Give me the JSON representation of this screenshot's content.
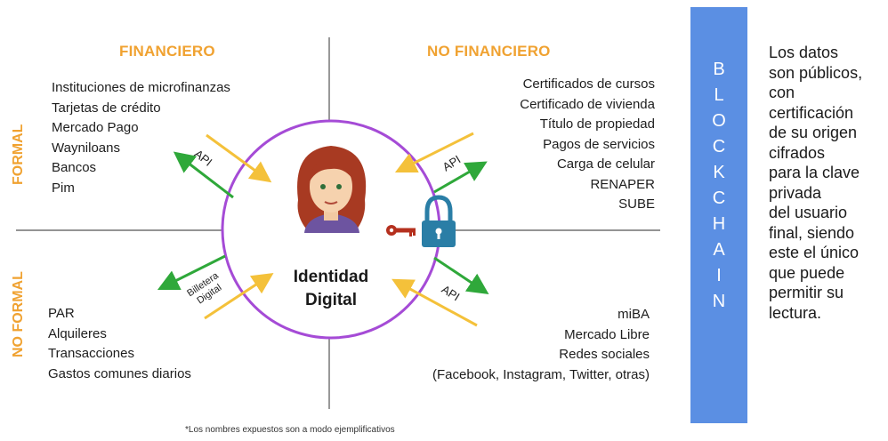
{
  "quadrants": {
    "financiero": {
      "header": "FINANCIERO",
      "items": [
        "Instituciones de microfinanzas",
        "Tarjetas de crédito",
        "Mercado Pago",
        "Wayniloans",
        "Bancos",
        "Pim"
      ]
    },
    "no_financiero": {
      "header": "NO FINANCIERO",
      "items": [
        "Certificados de cursos",
        "Certificado de vivienda",
        "Título de propiedad",
        "Pagos de servicios",
        "Carga de celular",
        "RENAPER",
        "SUBE"
      ]
    },
    "no_formal_left": {
      "items": [
        "PAR",
        "Alquileres",
        "Transacciones",
        "Gastos comunes diarios"
      ]
    },
    "no_formal_right": {
      "items": [
        "miBA",
        "Mercado Libre",
        "Redes sociales",
        "(Facebook, Instagram, Twitter, otras)"
      ]
    }
  },
  "side_labels": {
    "formal": "FORMAL",
    "no_formal": "NO FORMAL"
  },
  "center": {
    "line1": "Identidad",
    "line2": "Digital"
  },
  "arrow_tags": {
    "api_top_left": "API",
    "api_top_right": "API",
    "api_bottom_right": "API",
    "billetera_line1": "Billetera",
    "billetera_line2": "Digital"
  },
  "blockchain": {
    "letters": [
      "B",
      "L",
      "O",
      "C",
      "K",
      "C",
      "H",
      "A",
      "I",
      "N"
    ],
    "color": "#5b8fe3"
  },
  "side_note": {
    "lines": [
      "Los datos",
      "son públicos,",
      "con",
      "certificación",
      "de su origen",
      "cifrados",
      "para la clave",
      "privada",
      "del usuario",
      "final, siendo",
      "este el único",
      "que puede",
      "permitir su",
      "lectura."
    ]
  },
  "footnote": "*Los nombres expuestos son a modo ejemplificativos",
  "colors": {
    "accent_orange": "#f0a231",
    "circle_purple": "#a54bd6",
    "arrow_green": "#2fa83a",
    "arrow_yellow": "#f4c13a",
    "lock_teal": "#2a7ea6",
    "key_red": "#b5301e"
  }
}
